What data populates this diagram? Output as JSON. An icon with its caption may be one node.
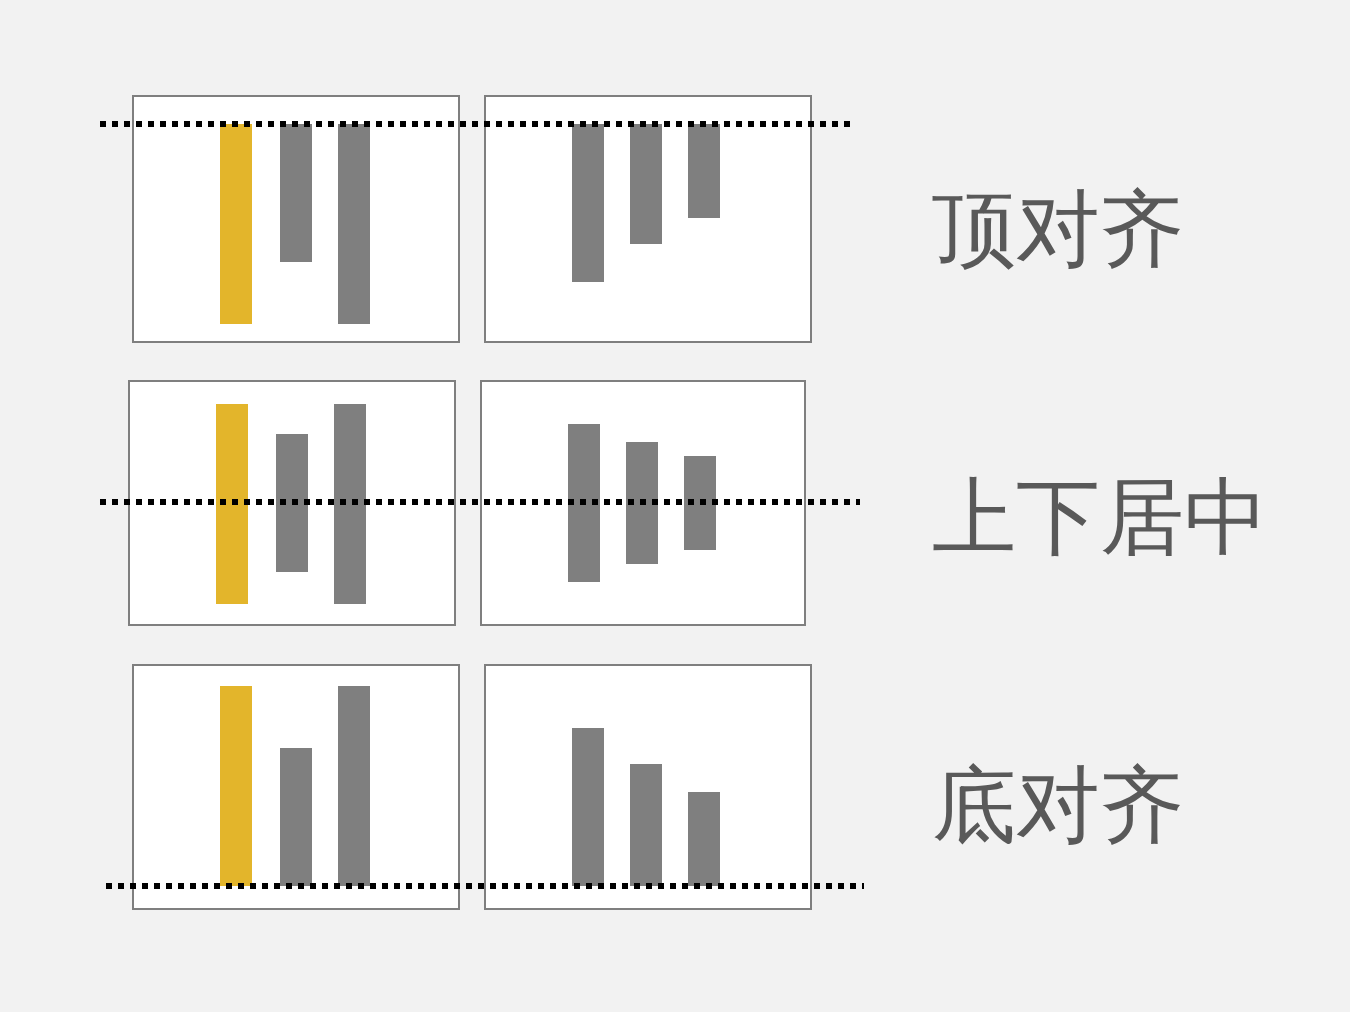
{
  "diagram": {
    "labels": [
      "顶对齐",
      "上下居中",
      "底对齐"
    ]
  }
}
